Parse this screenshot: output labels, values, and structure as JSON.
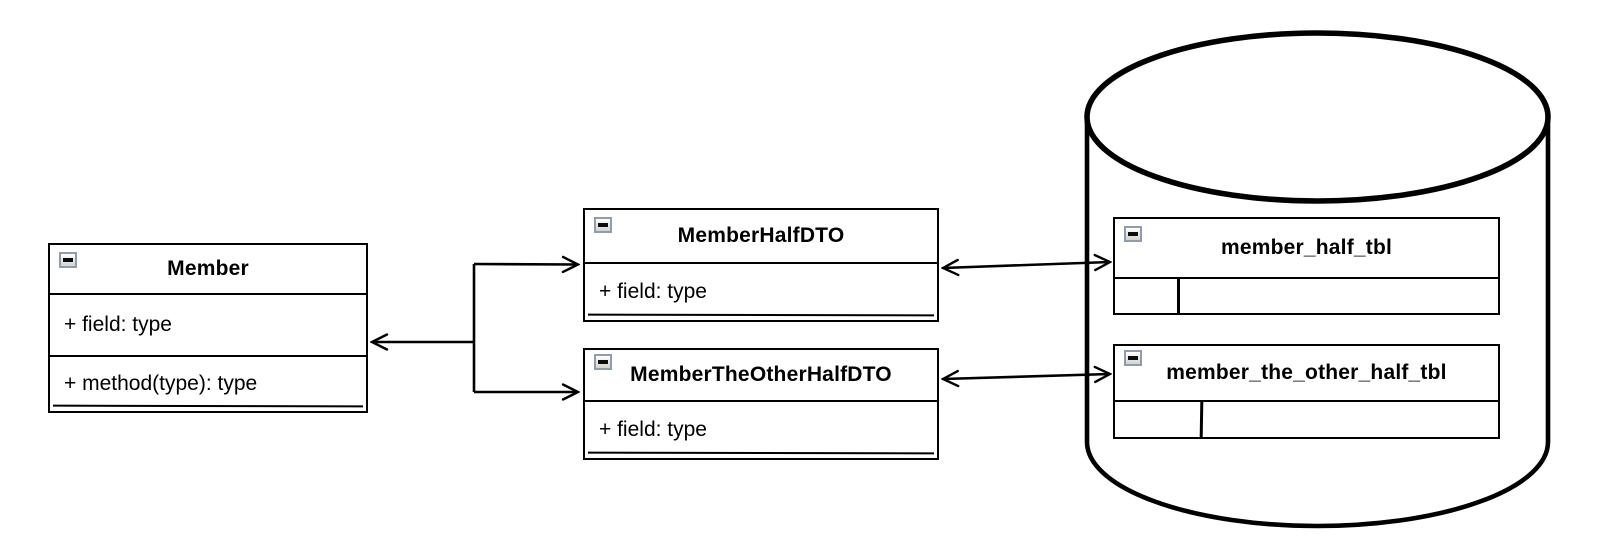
{
  "classes": [
    {
      "title": "Member",
      "members": [
        "+ field: type",
        "+ method(type): type"
      ]
    },
    {
      "title": "MemberHalfDTO",
      "members": [
        "+ field: type"
      ]
    },
    {
      "title": "MemberTheOtherHalfDTO",
      "members": [
        "+ field: type"
      ]
    }
  ],
  "database": {
    "tables": [
      {
        "title": "member_half_tbl"
      },
      {
        "title": "member_the_other_half_tbl"
      }
    ]
  },
  "icons": {
    "collapse": "minus-icon"
  },
  "colors": {
    "line": "#000000",
    "shape_fill": "#ffffff",
    "collapse_border": "#919ca7",
    "collapse_glyph": "#0b0b0b"
  }
}
